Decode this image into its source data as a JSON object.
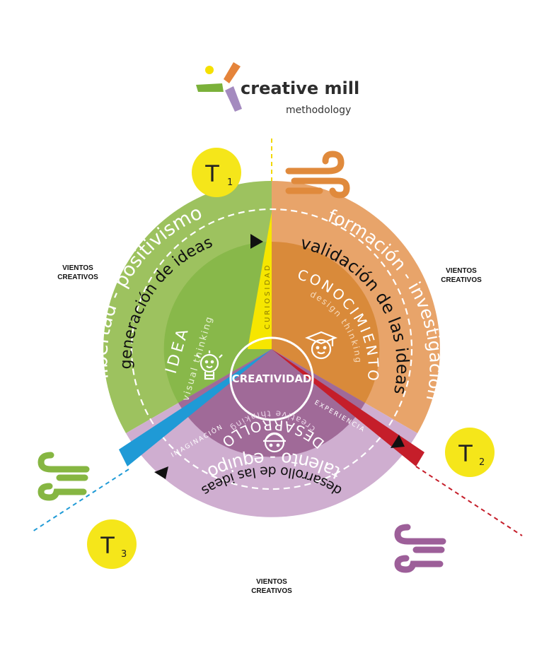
{
  "brand": {
    "name": "creative mill",
    "subtitle": "methodology",
    "logo_colors": {
      "dot": "#f5e000",
      "orange": "#e5843a",
      "green": "#7bb13a",
      "purple": "#a48abf"
    }
  },
  "center": {
    "label": "CREATIVIDAD"
  },
  "outer_ring": {
    "green": {
      "label": "libertad - positivismo",
      "color": "#9dc25f"
    },
    "orange": {
      "label": "formación - investigación",
      "color": "#e8a46a"
    },
    "purple": {
      "label": "talento - equipo",
      "color": "#cfaed0"
    }
  },
  "middle_ring": {
    "green": {
      "label": "generación de ideas"
    },
    "orange": {
      "label": "validación de las ideas"
    },
    "purple": {
      "label": "desarrollo de las ideas"
    }
  },
  "inner": {
    "green": {
      "title": "IDEA",
      "subtitle": "visual thinking",
      "icon": "lightbulb-icon",
      "color": "#88b84a"
    },
    "orange": {
      "title": "CONOCIMIENTO",
      "subtitle": "design thinking",
      "icon": "graduate-icon",
      "color": "#d98a3a"
    },
    "purple": {
      "title": "DESARROLLO",
      "subtitle": "creative thinking",
      "icon": "worker-icon",
      "color": "#a06a98"
    }
  },
  "wedges": {
    "curiosidad": {
      "label": "CURIOSIDAD",
      "color": "#f6e600"
    },
    "experiencia": {
      "label": "EXPERIENCIA",
      "color": "#c51e2a"
    },
    "imaginacion": {
      "label": "IMAGINACIÓN",
      "color": "#1f9ad6"
    }
  },
  "times": [
    {
      "letter": "T",
      "sub": "1"
    },
    {
      "letter": "T",
      "sub": "2"
    },
    {
      "letter": "T",
      "sub": "3"
    }
  ],
  "winds": [
    {
      "label": "VIENTOS",
      "label2": "CREATIVOS",
      "color": "#e08a3c"
    },
    {
      "label": "VIENTOS",
      "label2": "CREATIVOS",
      "color": "#86b642"
    },
    {
      "label": "VIENTOS",
      "label2": "CREATIVOS",
      "color": "#9d5f99"
    }
  ],
  "icons": {
    "wind": "wind-icon",
    "arrow": "arrowhead-icon"
  }
}
